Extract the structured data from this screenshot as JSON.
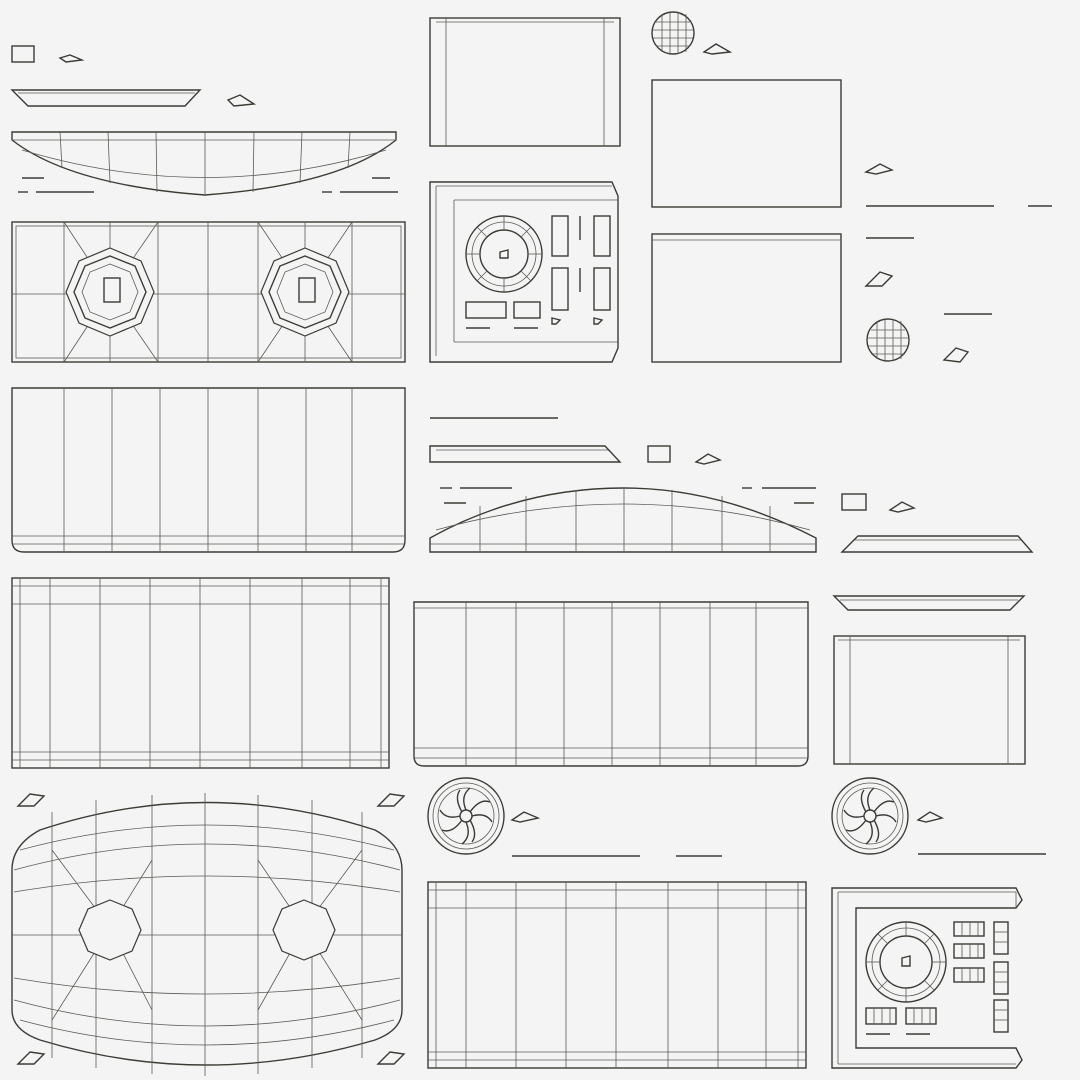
{
  "sheet": {
    "background_color": "#f4f4f4",
    "wire_color": "#3b3b36"
  },
  "islands": [
    "small-rect",
    "top-strip",
    "curved-top",
    "stove-top",
    "front-panel",
    "side-panel",
    "back-panel",
    "oven-door-panel",
    "control-panel",
    "knob",
    "wheel",
    "bottom-panel"
  ]
}
